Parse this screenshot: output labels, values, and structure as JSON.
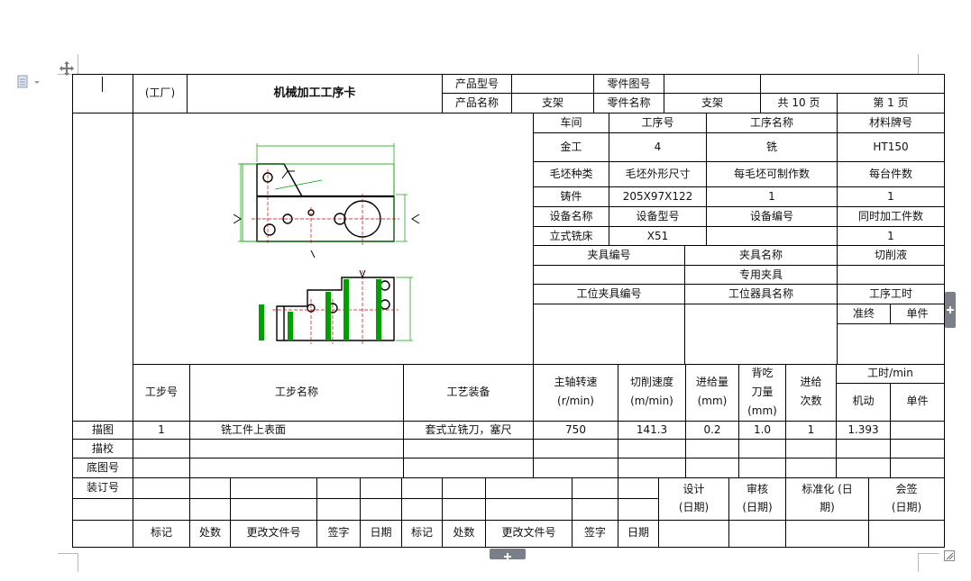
{
  "header": {
    "factory": "(工厂)",
    "card_title": "机械加工工序卡",
    "product_model_label": "产品型号",
    "part_drawing_label": "零件图号",
    "product_name_label": "产品名称",
    "product_name": "支架",
    "part_name_label": "零件名称",
    "part_name": "支架",
    "total_pages": "共 10 页",
    "page_no": "第 1 页"
  },
  "info": {
    "workshop_label": "车间",
    "process_no_label": "工序号",
    "process_name_label": "工序名称",
    "material_label": "材料牌号",
    "workshop": "金工",
    "process_no": "4",
    "process_name": "铣",
    "material": "HT150",
    "blank_type_label": "毛坯种类",
    "blank_size_label": "毛坯外形尺寸",
    "per_blank_label": "每毛坯可制作数",
    "per_unit_label": "每台件数",
    "blank_type": "铸件",
    "blank_size": "205X97X122",
    "per_blank": "1",
    "per_unit": "1",
    "equip_name_label": "设备名称",
    "equip_model_label": "设备型号",
    "equip_no_label": "设备编号",
    "simul_label": "同时加工件数",
    "equip_name": "立式铣床",
    "equip_model": "X51",
    "simul": "1",
    "fixture_no_label": "夹具编号",
    "fixture_name_label": "夹具名称",
    "coolant_label": "切削液",
    "fixture_name": "专用夹具",
    "station_no_label": "工位夹具编号",
    "station_name_label": "工位器具名称",
    "time_label": "工序工时",
    "prep_label": "准终",
    "unit_label": "单件"
  },
  "steps": {
    "col_step_no": "工步号",
    "col_step_name": "工步名称",
    "col_equipment": "工艺装备",
    "col_speed_1": "主轴转速",
    "col_speed_2": "(r/min)",
    "col_cut_1": "切削速度",
    "col_cut_2": "(m/min)",
    "col_feed_1": "进给量",
    "col_feed_2": "(mm)",
    "col_depth_1": "背吃",
    "col_depth_2": "刀量",
    "col_depth_3": "(mm)",
    "col_pass_1": "进给",
    "col_pass_2": "次数",
    "col_time": "工时/min",
    "col_machine": "机动",
    "col_single": "单件",
    "row": {
      "no": "1",
      "name": "铣工件上表面",
      "equipment": "套式立铣刀，塞尺",
      "speed": "750",
      "cut": "141.3",
      "feed": "0.2",
      "depth": "1.0",
      "passes": "1",
      "machine": "1.393"
    }
  },
  "side": {
    "trace": "描图",
    "check": "描校",
    "base": "底图号",
    "bind": "装订号"
  },
  "sign": {
    "design_1": "设计",
    "design_2": "(日期)",
    "review_1": "审核",
    "review_2": "(日期)",
    "std_1": "标准化 (日",
    "std_2": "期)",
    "sign_1": "会签",
    "sign_2": "(日期)",
    "mark": "标记",
    "count": "处数",
    "doc": "更改文件号",
    "signature": "签字",
    "date": "日期"
  }
}
